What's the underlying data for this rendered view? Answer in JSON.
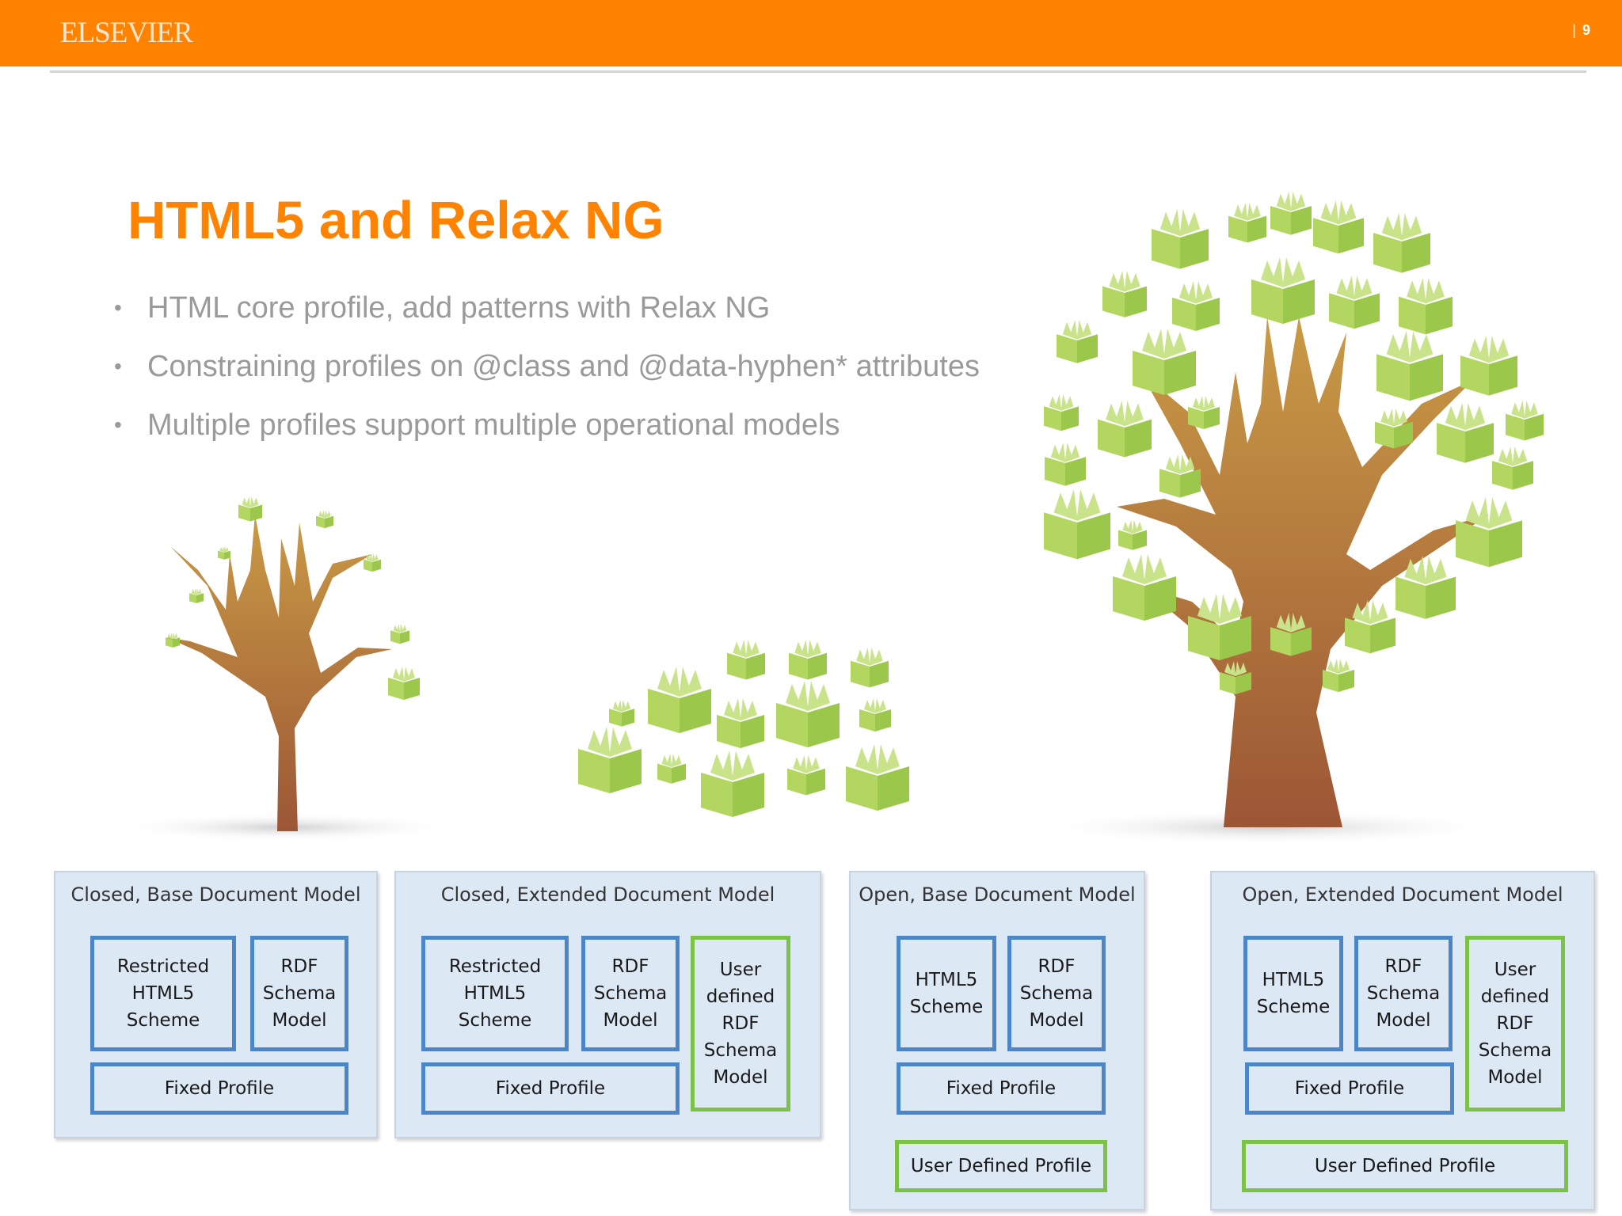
{
  "header": {
    "logo": "ELSEVIER",
    "page_number": "9",
    "separator": "|"
  },
  "slide": {
    "title": "HTML5 and Relax NG",
    "bullets": [
      "HTML core profile, add patterns with Relax NG",
      "Constraining profiles on @class and @data-hyphen* attributes",
      "Multiple profiles support multiple operational models"
    ]
  },
  "colors": {
    "accent": "#ff8200",
    "blue_border": "#4a86c8",
    "green_border": "#7cc246",
    "panel_bg": "#dde8f5"
  },
  "panels": [
    {
      "title": "Closed, Base Document Model",
      "boxes": [
        "Restricted\nHTML5\nScheme",
        "RDF\nSchema\nModel",
        "Fixed Profile"
      ]
    },
    {
      "title": "Closed, Extended Document Model",
      "boxes": [
        "Restricted\nHTML5\nScheme",
        "RDF\nSchema\nModel",
        "User\ndefined\nRDF\nSchema\nModel",
        "Fixed Profile"
      ]
    },
    {
      "title": "Open, Base Document Model",
      "boxes": [
        "HTML5\nScheme",
        "RDF\nSchema\nModel",
        "Fixed Profile",
        "User Defined Profile"
      ]
    },
    {
      "title": "Open, Extended Document Model",
      "boxes": [
        "HTML5\nScheme",
        "RDF\nSchema\nModel",
        "User\ndefined\nRDF\nSchema\nModel",
        "Fixed Profile",
        "User Defined Profile"
      ]
    }
  ]
}
